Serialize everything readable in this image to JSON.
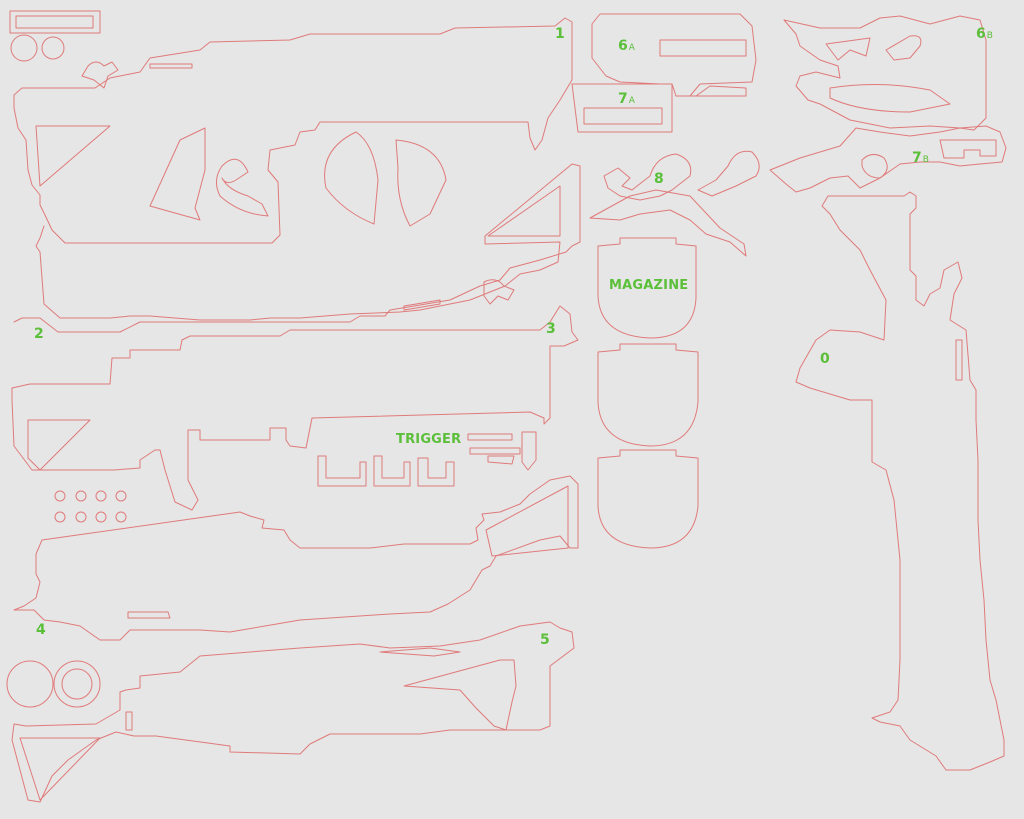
{
  "parts": [
    {
      "id": "1",
      "label": "1"
    },
    {
      "id": "2",
      "label": "2"
    },
    {
      "id": "3",
      "label": "3"
    },
    {
      "id": "4",
      "label": "4"
    },
    {
      "id": "5",
      "label": "5"
    },
    {
      "id": "0",
      "label": "0"
    },
    {
      "id": "8",
      "label": "8"
    },
    {
      "id": "6A",
      "label": "6",
      "suffix": "A"
    },
    {
      "id": "7A",
      "label": "7",
      "suffix": "A"
    },
    {
      "id": "6B",
      "label": "6",
      "suffix": "B"
    },
    {
      "id": "7B",
      "label": "7",
      "suffix": "B"
    }
  ],
  "names": {
    "magazine": "MAGAZINE",
    "trigger": "TRIGGER"
  },
  "colors": {
    "background": "#e6e6e6",
    "cut_line": "#e07a7a",
    "label": "#5bbf3a"
  }
}
